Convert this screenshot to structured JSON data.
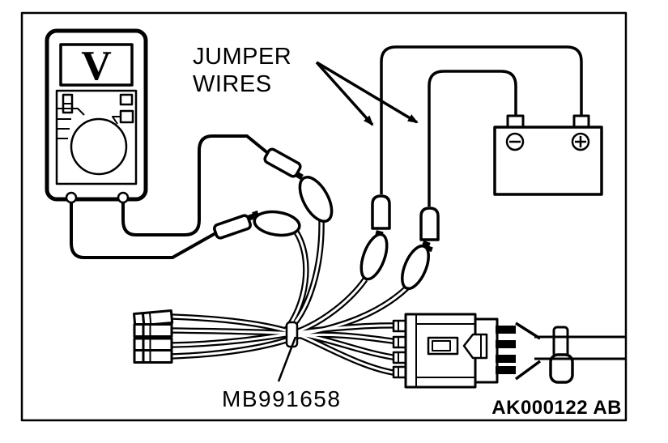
{
  "figure": {
    "background_color": "#ffffff",
    "line_color": "#000000",
    "code_label": "AK000122 AB",
    "tool_number": "MB991658",
    "callout": {
      "line1": "JUMPER",
      "line2": "WIRES"
    },
    "voltmeter": {
      "display_symbol": "V"
    },
    "battery": {
      "negative_symbol": "⊖",
      "positive_symbol": "⊕"
    }
  }
}
